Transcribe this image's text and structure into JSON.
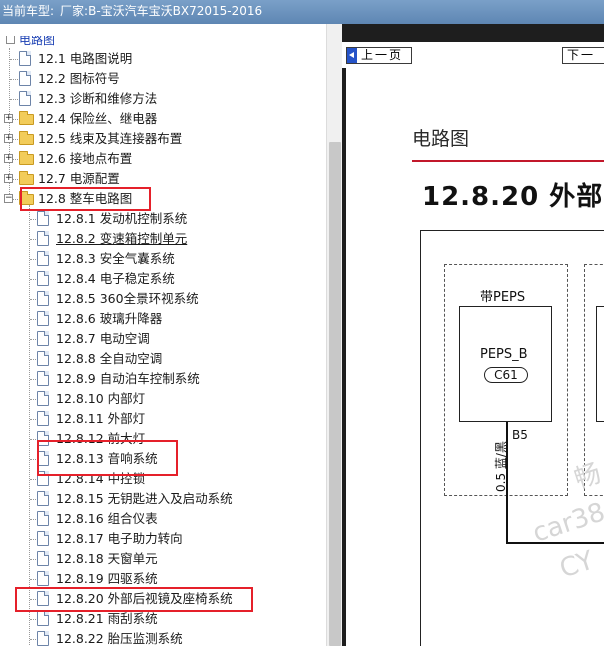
{
  "title_bar": {
    "label": "当前车型:",
    "value": "厂家:B-宝沃汽车宝沃BX72015-2016"
  },
  "tree": {
    "top_item": "电路图",
    "items": [
      {
        "label": "12.1 电路图说明",
        "type": "doc"
      },
      {
        "label": "12.2 图标符号",
        "type": "doc"
      },
      {
        "label": "12.3 诊断和维修方法",
        "type": "doc"
      },
      {
        "label": "12.4 保险丝、继电器",
        "type": "folder"
      },
      {
        "label": "12.5 线束及其连接器布置",
        "type": "folder"
      },
      {
        "label": "12.6 接地点布置",
        "type": "folder"
      },
      {
        "label": "12.7 电源配置",
        "type": "folder"
      },
      {
        "label": "12.8 整车电路图",
        "type": "folder-open"
      }
    ],
    "children": [
      {
        "label": "12.8.1 发动机控制系统"
      },
      {
        "label": "12.8.2 变速箱控制单元"
      },
      {
        "label": "12.8.3 安全气囊系统"
      },
      {
        "label": "12.8.4 电子稳定系统"
      },
      {
        "label": "12.8.5 360全景环视系统"
      },
      {
        "label": "12.8.6 玻璃升降器"
      },
      {
        "label": "12.8.7 电动空调"
      },
      {
        "label": "12.8.8 全自动空调"
      },
      {
        "label": "12.8.9 自动泊车控制系统"
      },
      {
        "label": "12.8.10 内部灯"
      },
      {
        "label": "12.8.11 外部灯"
      },
      {
        "label": "12.8.12 前大灯"
      },
      {
        "label": "12.8.13 音响系统"
      },
      {
        "label": "12.8.14 中控锁"
      },
      {
        "label": "12.8.15 无钥匙进入及启动系统"
      },
      {
        "label": "12.8.16 组合仪表"
      },
      {
        "label": "12.8.17 电子助力转向"
      },
      {
        "label": "12.8.18 天窗单元"
      },
      {
        "label": "12.8.19 四驱系统"
      },
      {
        "label": "12.8.20 外部后视镜及座椅系统"
      },
      {
        "label": "12.8.21 雨刮系统"
      },
      {
        "label": "12.8.22 胎压监测系统"
      }
    ]
  },
  "viewer": {
    "prev_button": "上一页",
    "next_button": "下一",
    "section_header": "电路图",
    "doc_title": "12.8.20 外部",
    "diagram": {
      "group_label": "带PEPS",
      "module_label": "PEPS_B",
      "connector": "C61",
      "pin": "B5",
      "wire_spec": "0.5 蓝/黑",
      "watermark_1": "畅",
      "watermark_2": "car38",
      "watermark_3": "CY"
    }
  },
  "colors": {
    "title_bar": "#6a90bd",
    "highlight_box": "#e5202a",
    "doc_rule": "#c2182b",
    "nav_arrow": "#2553c8"
  }
}
